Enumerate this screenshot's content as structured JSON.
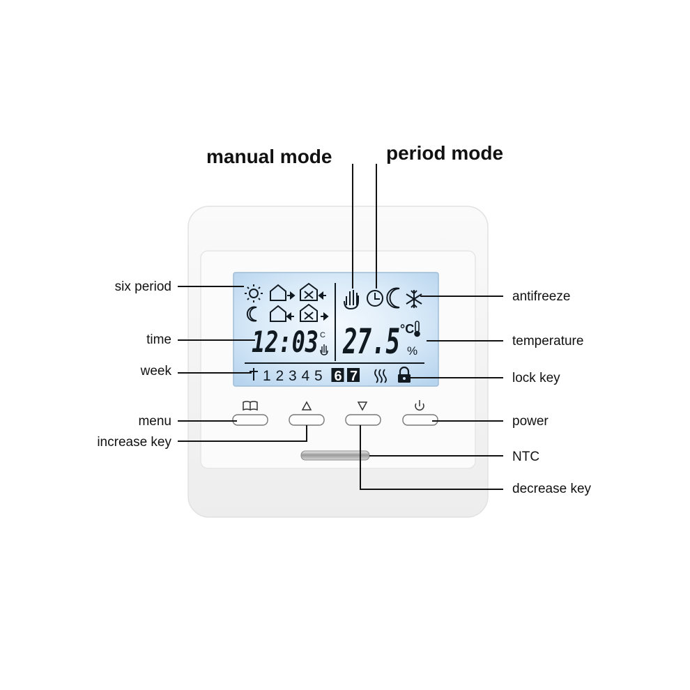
{
  "titles": {
    "manual_mode": "manual mode",
    "period_mode": "period mode"
  },
  "callouts_left": {
    "six_period": "six period",
    "time": "time",
    "week": "week",
    "menu": "menu",
    "increase_key": "increase key"
  },
  "callouts_right": {
    "antifreeze": "antifreeze",
    "temperature": "temperature",
    "lock_key": "lock key",
    "power": "power",
    "ntc": "NTC",
    "decrease_key": "decrease key"
  },
  "lcd": {
    "time": "12:03",
    "temperature": "27.5",
    "celsius_unit": "°C",
    "small_c": "C",
    "percent": "%",
    "week_days": [
      "1",
      "2",
      "3",
      "4",
      "5",
      "6",
      "7"
    ],
    "highlighted_days": [
      "6",
      "7"
    ]
  },
  "icons": {
    "sun": "sun-icon",
    "moon": "moon-icon",
    "home_out": "house-leave-icon",
    "home_in": "house-return-icon",
    "meal": "meal-icon",
    "hand": "hand-icon",
    "clock": "clock-icon",
    "snowflake": "snowflake-icon",
    "thermometer": "thermometer-icon",
    "heat": "heat-wave-icon",
    "lock": "lock-icon",
    "menu_book": "book-icon",
    "up_triangle": "triangle-up-icon",
    "down_triangle": "triangle-down-icon",
    "power": "power-icon"
  },
  "colors": {
    "lcd_background": "#cfe4f5",
    "lcd_glow": "#eef6fd",
    "frame": "#f2f2f2",
    "segment": "#101820",
    "leader_line": "#111111"
  }
}
